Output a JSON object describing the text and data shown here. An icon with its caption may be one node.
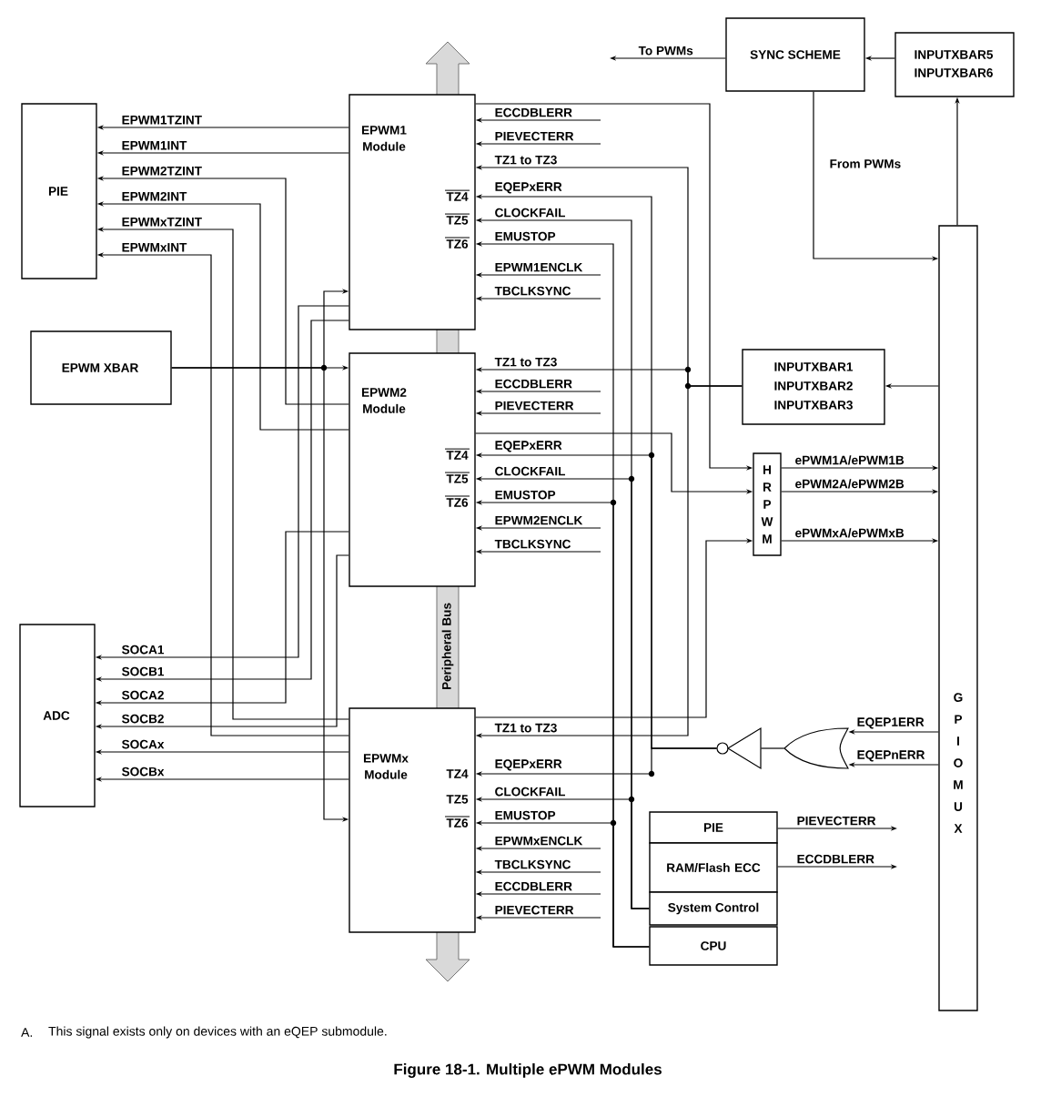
{
  "diagram": {
    "caption": "Figure 18-1. Multiple ePWM Modules",
    "nodes": [
      {
        "text": [
          "PIE"
        ]
      },
      {
        "text": [
          "EPWM XBAR"
        ]
      },
      {
        "text": [
          "ADC"
        ]
      },
      {
        "text": [
          "EPWM1 Module",
          "TZ4",
          "TZ5",
          "TZ6"
        ]
      },
      {
        "text": [
          "EPWM2 Module",
          "TZ4",
          "TZ5",
          "TZ6"
        ]
      },
      {
        "text": [
          "EPWMx Module",
          "TZ4",
          "TZ5",
          "TZ6"
        ]
      },
      {
        "text": [
          "SYNC SCHEME"
        ]
      },
      {
        "text": [
          "INPUTXBAR5 INPUTXBAR6"
        ]
      },
      {
        "text": [
          "INPUTXBAR1 INPUTXBAR2 INPUTXBAR3"
        ]
      },
      {
        "text": [
          "H R P W M"
        ]
      },
      {
        "text": [
          "G P I O M U X"
        ]
      },
      {
        "text": [
          "PIE"
        ]
      },
      {
        "text": [
          "RAM/Flash ECC"
        ]
      },
      {
        "text": [
          "System Control"
        ]
      },
      {
        "text": [
          "CPU"
        ]
      },
      {
        "text": [],
        "shape": "gate"
      },
      {
        "text": [],
        "shape": "triangle"
      }
    ],
    "edges": [
      {
        "from": 3,
        "to": 0,
        "arrow": "to",
        "label": "EPWM1TZINT"
      },
      {
        "from": 3,
        "to": 0,
        "arrow": "to",
        "label": "EPWM1INT"
      },
      {
        "from": 4,
        "to": 0,
        "arrow": "to",
        "label": "EPWM2TZINT"
      },
      {
        "from": 4,
        "to": 0,
        "arrow": "to",
        "label": "EPWM2INT"
      },
      {
        "from": 5,
        "to": 0,
        "arrow": "to",
        "label": "EPWMxTZINT"
      },
      {
        "from": 5,
        "to": 0,
        "arrow": "to",
        "label": "EPWMxINT"
      },
      {
        "from": 3,
        "to": 2,
        "arrow": "to",
        "label": "SOCA1"
      },
      {
        "from": 3,
        "to": 2,
        "arrow": "to",
        "label": "SOCB1"
      },
      {
        "from": 4,
        "to": 2,
        "arrow": "to",
        "label": "SOCA2"
      },
      {
        "from": 4,
        "to": 2,
        "arrow": "to",
        "label": "SOCB2"
      },
      {
        "from": 5,
        "to": 2,
        "arrow": "to",
        "label": "SOCAx"
      },
      {
        "from": 5,
        "to": 2,
        "arrow": "to",
        "label": "SOCBx"
      },
      {
        "from": 1,
        "to": 4,
        "arrow": "to"
      },
      {
        "from": 1,
        "to": 3,
        "arrow": "to"
      },
      {
        "from": 1,
        "to": 5,
        "arrow": "to"
      },
      {
        "from": 3,
        "to": 9,
        "arrow": "to"
      },
      {
        "from": 4,
        "to": 9,
        "arrow": "to"
      },
      {
        "from": 5,
        "to": 9,
        "arrow": "to"
      },
      {
        "from": 9,
        "to": 10,
        "arrow": "to",
        "label": "ePWM1A/ePWM1B"
      },
      {
        "from": 9,
        "to": 10,
        "arrow": "to",
        "label": "ePWM2A/ePWM2B"
      },
      {
        "from": 9,
        "to": 10,
        "arrow": "to",
        "label": "ePWMxA/ePWMxB"
      },
      {
        "from": 10,
        "to": 8,
        "arrow": "to"
      },
      {
        "from": 10,
        "to": 7,
        "arrow": "to"
      },
      {
        "from": 7,
        "to": 6,
        "arrow": "to"
      },
      {
        "from": 6,
        "to": 10,
        "arrow": "to",
        "label": "From PWMs"
      },
      {
        "from": 6,
        "to": null,
        "arrow": "to",
        "label": "To PWMs"
      },
      {
        "from": 8,
        "to": 3,
        "arrow": "to",
        "label": "TZ1 to TZ3"
      },
      {
        "from": 8,
        "to": 4,
        "arrow": "to",
        "label": "TZ1 to TZ3"
      },
      {
        "from": 8,
        "to": 5,
        "arrow": "to",
        "label": "TZ1 to TZ3"
      },
      {
        "from": 16,
        "to": 3,
        "arrow": "to",
        "label": "EQEPxERR"
      },
      {
        "from": 16,
        "to": 4,
        "arrow": "to",
        "label": "EQEPxERR"
      },
      {
        "from": 16,
        "to": 5,
        "arrow": "to",
        "label": "EQEPxERR"
      },
      {
        "from": 13,
        "to": 3,
        "arrow": "to",
        "label": "CLOCKFAIL"
      },
      {
        "from": 13,
        "to": 4,
        "arrow": "to",
        "label": "CLOCKFAIL"
      },
      {
        "from": 13,
        "to": 5,
        "arrow": "to",
        "label": "CLOCKFAIL"
      },
      {
        "from": 14,
        "to": 3,
        "arrow": "to",
        "label": "EMUSTOP"
      },
      {
        "from": 14,
        "to": 4,
        "arrow": "to",
        "label": "EMUSTOP"
      },
      {
        "from": 14,
        "to": 5,
        "arrow": "to",
        "label": "EMUSTOP"
      },
      {
        "from": null,
        "to": 3,
        "arrow": "to",
        "label": "ECCDBLERR"
      },
      {
        "from": null,
        "to": 3,
        "arrow": "to",
        "label": "PIEVECTERR"
      },
      {
        "from": null,
        "to": 3,
        "arrow": "to",
        "label": "EPWM1ENCLK"
      },
      {
        "from": null,
        "to": 3,
        "arrow": "to",
        "label": "TBCLKSYNC"
      },
      {
        "from": null,
        "to": 4,
        "arrow": "to",
        "label": "ECCDBLERR"
      },
      {
        "from": null,
        "to": 4,
        "arrow": "to",
        "label": "PIEVECTERR"
      },
      {
        "from": null,
        "to": 4,
        "arrow": "to",
        "label": "EPWM2ENCLK"
      },
      {
        "from": null,
        "to": 4,
        "arrow": "to",
        "label": "TBCLKSYNC"
      },
      {
        "from": null,
        "to": 5,
        "arrow": "to",
        "label": "EPWMxENCLK"
      },
      {
        "from": null,
        "to": 5,
        "arrow": "to",
        "label": "TBCLKSYNC"
      },
      {
        "from": null,
        "to": 5,
        "arrow": "to",
        "label": "ECCDBLERR"
      },
      {
        "from": null,
        "to": 5,
        "arrow": "to",
        "label": "PIEVECTERR"
      },
      {
        "from": 11,
        "to": null,
        "arrow": "to",
        "label": "PIEVECTERR"
      },
      {
        "from": 12,
        "to": null,
        "arrow": "to",
        "label": "ECCDBLERR"
      },
      {
        "from": 10,
        "to": 15,
        "arrow": "to",
        "label": "EQEP1ERR"
      },
      {
        "from": 10,
        "to": 15,
        "arrow": "to",
        "label": "EQEPnERR"
      },
      {
        "from": 15,
        "to": 16,
        "arrow": "none"
      }
    ],
    "labels": [
      "Peripheral Bus",
      "A.",
      "This signal exists only on devices with an eQEP submodule."
    ]
  }
}
